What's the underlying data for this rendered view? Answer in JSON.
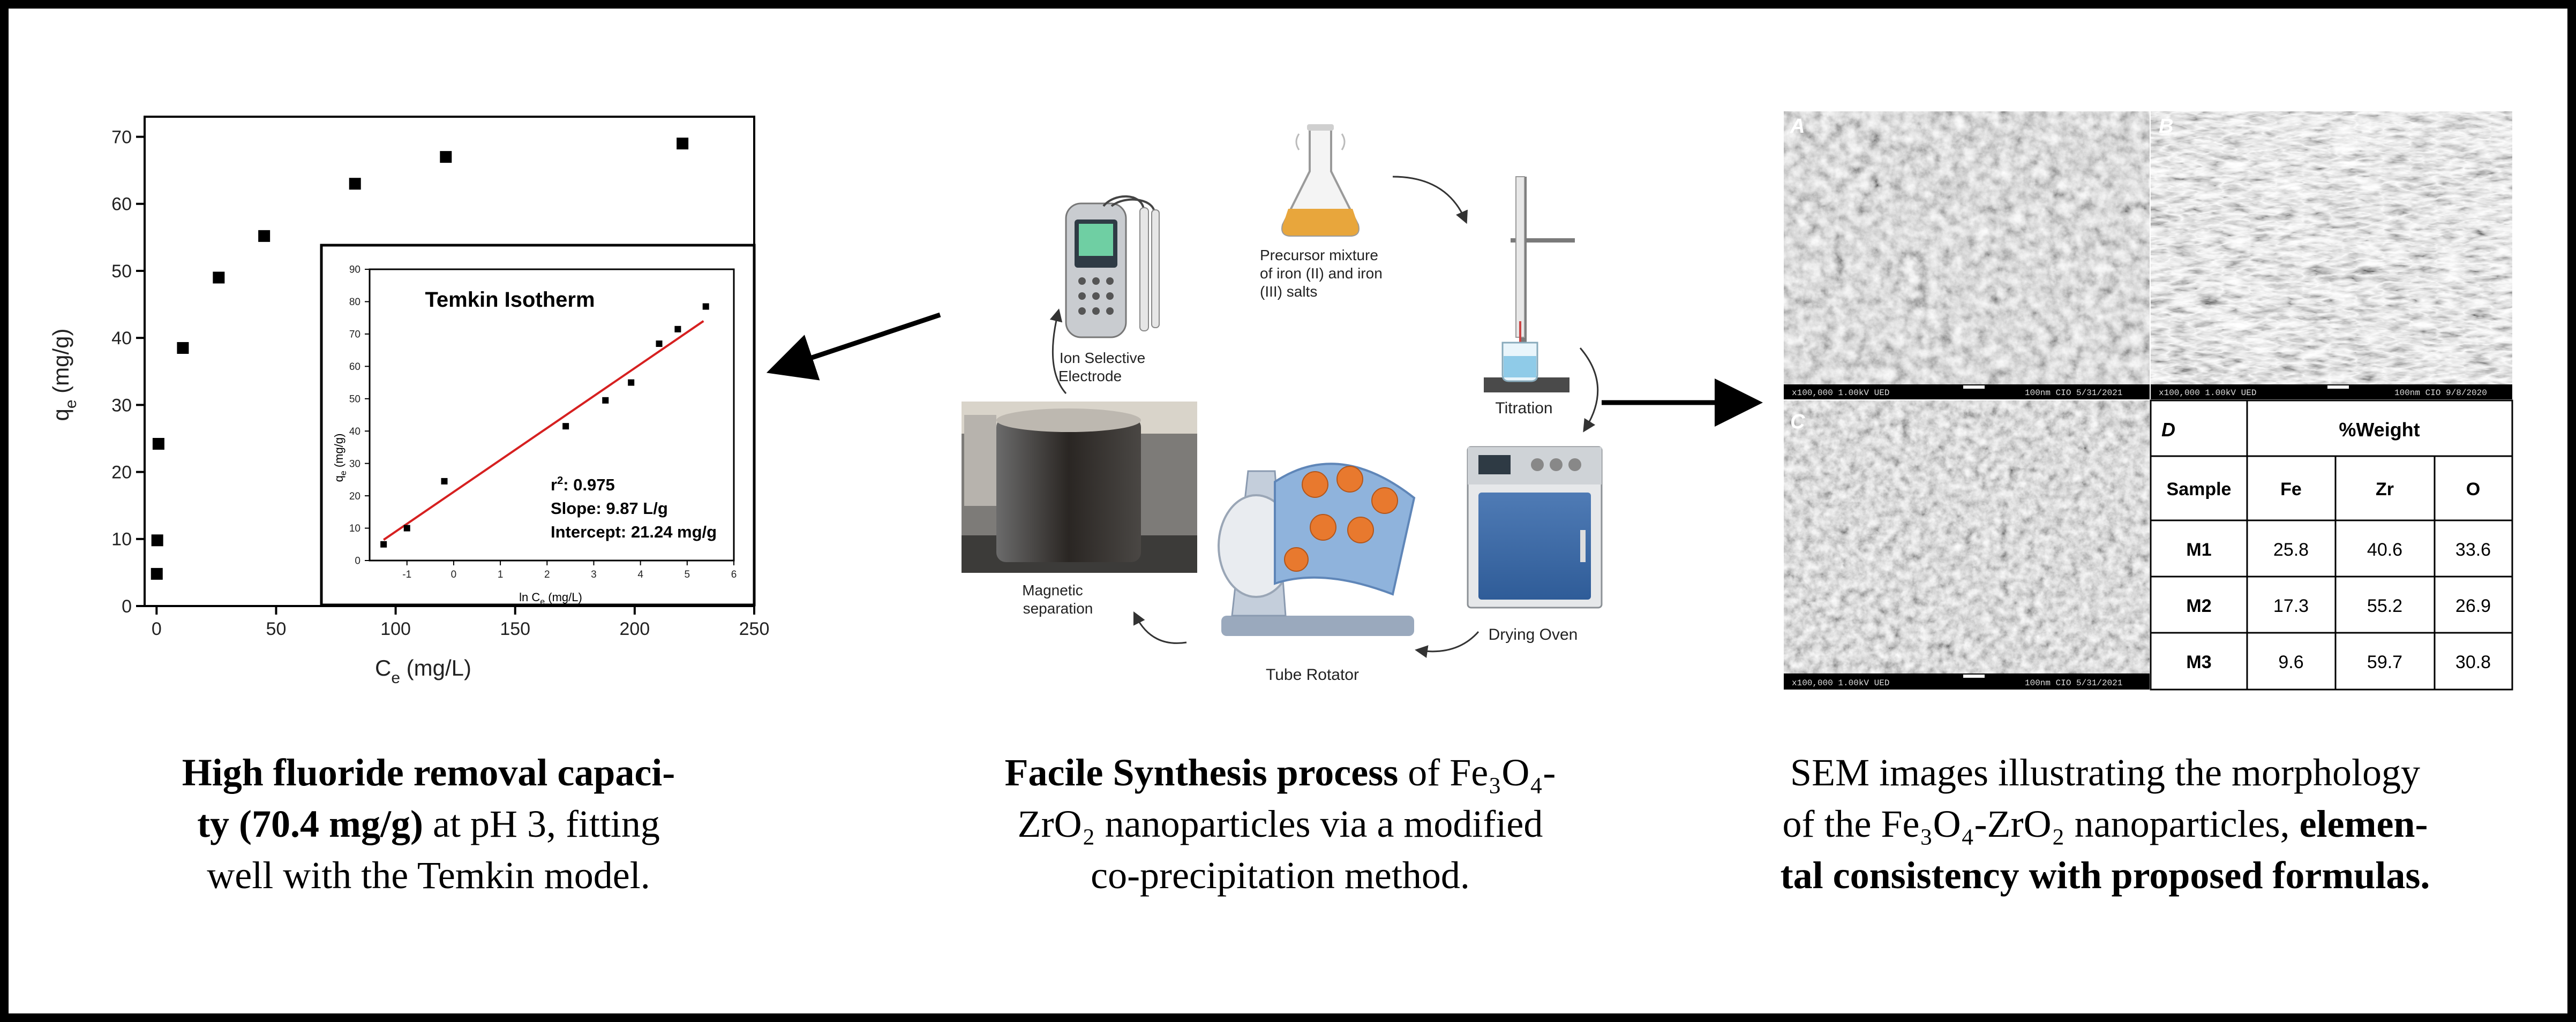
{
  "main_chart": {
    "xlabel_main": "C",
    "xlabel_sub": "e",
    "xlabel_unit": " (mg/L)",
    "ylabel_main": "q",
    "ylabel_sub": "e",
    "ylabel_unit": " (mg/g)"
  },
  "inset": {
    "title": "Temkin Isotherm",
    "xlabel_main": "ln C",
    "xlabel_sub": "e",
    "xlabel_unit": " (mg/L)",
    "ylabel_main": "q",
    "ylabel_sub": "e",
    "ylabel_unit": " (mg/g)",
    "r2_label": "r",
    "r2_sup": "2",
    "r2_value": ": 0.975",
    "slope": "Slope: 9.87 L/g",
    "intercept": "Intercept: 21.24 mg/g"
  },
  "chart_data": [
    {
      "type": "scatter",
      "xlabel": "Ce (mg/L)",
      "ylabel": "qe (mg/g)",
      "xlim": [
        -5,
        250
      ],
      "ylim": [
        0,
        73
      ],
      "xticks": [
        0,
        50,
        100,
        150,
        200,
        250
      ],
      "yticks": [
        0,
        10,
        20,
        30,
        40,
        50,
        60,
        70
      ],
      "grid": false,
      "points": [
        {
          "x": 0.1,
          "y": 4.8
        },
        {
          "x": 0.3,
          "y": 9.8
        },
        {
          "x": 0.8,
          "y": 24.2
        },
        {
          "x": 11,
          "y": 38.5
        },
        {
          "x": 26,
          "y": 49
        },
        {
          "x": 45,
          "y": 55.2
        },
        {
          "x": 83,
          "y": 63
        },
        {
          "x": 121,
          "y": 67
        },
        {
          "x": 220,
          "y": 69
        }
      ]
    },
    {
      "type": "scatter",
      "title": "Temkin Isotherm",
      "xlabel": "ln Ce (mg/L)",
      "ylabel": "qe (mg/g)",
      "xlim": [
        -1.8,
        6
      ],
      "ylim": [
        0,
        90
      ],
      "xticks": [
        -1,
        0,
        1,
        2,
        3,
        4,
        5,
        6
      ],
      "yticks": [
        0,
        10,
        20,
        30,
        40,
        50,
        60,
        70,
        80,
        90
      ],
      "grid": false,
      "points": [
        {
          "x": -1.5,
          "y": 5
        },
        {
          "x": -1.0,
          "y": 10
        },
        {
          "x": -0.2,
          "y": 24.5
        },
        {
          "x": 2.4,
          "y": 41.5
        },
        {
          "x": 3.25,
          "y": 49.5
        },
        {
          "x": 3.8,
          "y": 55
        },
        {
          "x": 4.4,
          "y": 67
        },
        {
          "x": 4.8,
          "y": 71.5
        },
        {
          "x": 5.4,
          "y": 78.5
        }
      ],
      "fit_line": {
        "x": [
          -1.5,
          5.35
        ],
        "y": [
          6.4,
          74.0
        ],
        "color": "#d62020"
      },
      "annotations": [
        "r2: 0.975",
        "Slope: 9.87 L/g",
        "Intercept: 21.24 mg/g"
      ]
    }
  ],
  "process": {
    "ion_electrode": [
      "Ion Selective",
      "Electrode"
    ],
    "precursor": [
      "Precursor mixture",
      "of iron (II) and iron",
      "(III) salts"
    ],
    "titration": "Titration",
    "magnetic": [
      "Magnetic",
      "separation"
    ],
    "tube_rotator": "Tube Rotator",
    "drying_oven": "Drying Oven"
  },
  "sem": {
    "panels": [
      {
        "letter": "A",
        "bar_left": "x100,000   1.00kV UED",
        "bar_right": "100nm CIO   5/31/2021"
      },
      {
        "letter": "B",
        "bar_left": "x100,000   1.00kV UED",
        "bar_right": "100nm CIO   9/8/2020"
      },
      {
        "letter": "C",
        "bar_left": "x100,000   1.00kV UED",
        "bar_right": "100nm CIO   5/31/2021"
      }
    ],
    "table": {
      "corner": "D",
      "header": "%Weight",
      "columns": [
        "Sample",
        "Fe",
        "Zr",
        "O"
      ],
      "rows": [
        [
          "M1",
          "25.8",
          "40.6",
          "33.6"
        ],
        [
          "M2",
          "17.3",
          "55.2",
          "26.9"
        ],
        [
          "M3",
          "9.6",
          "59.7",
          "30.8"
        ]
      ]
    }
  },
  "captions": {
    "left": {
      "bold1": "High fluoride removal capaci-",
      "bold2": "ty (70.4 mg/g)",
      "rest2": " at pH 3, fitting",
      "line3": "well with the Temkin model."
    },
    "middle": {
      "bold1": "Facile Synthesis process",
      "rest1": " of Fe₃O₄-",
      "line2": "ZrO₂ nanoparticles via a modified",
      "line3": "co-precipitation method."
    },
    "right": {
      "line1": "SEM images illustrating the morphology",
      "rest2": "of the Fe₃O₄-ZrO₂ nanoparticles, ",
      "bold2": "elemen-",
      "bold3": "tal consistency with proposed formulas."
    }
  }
}
